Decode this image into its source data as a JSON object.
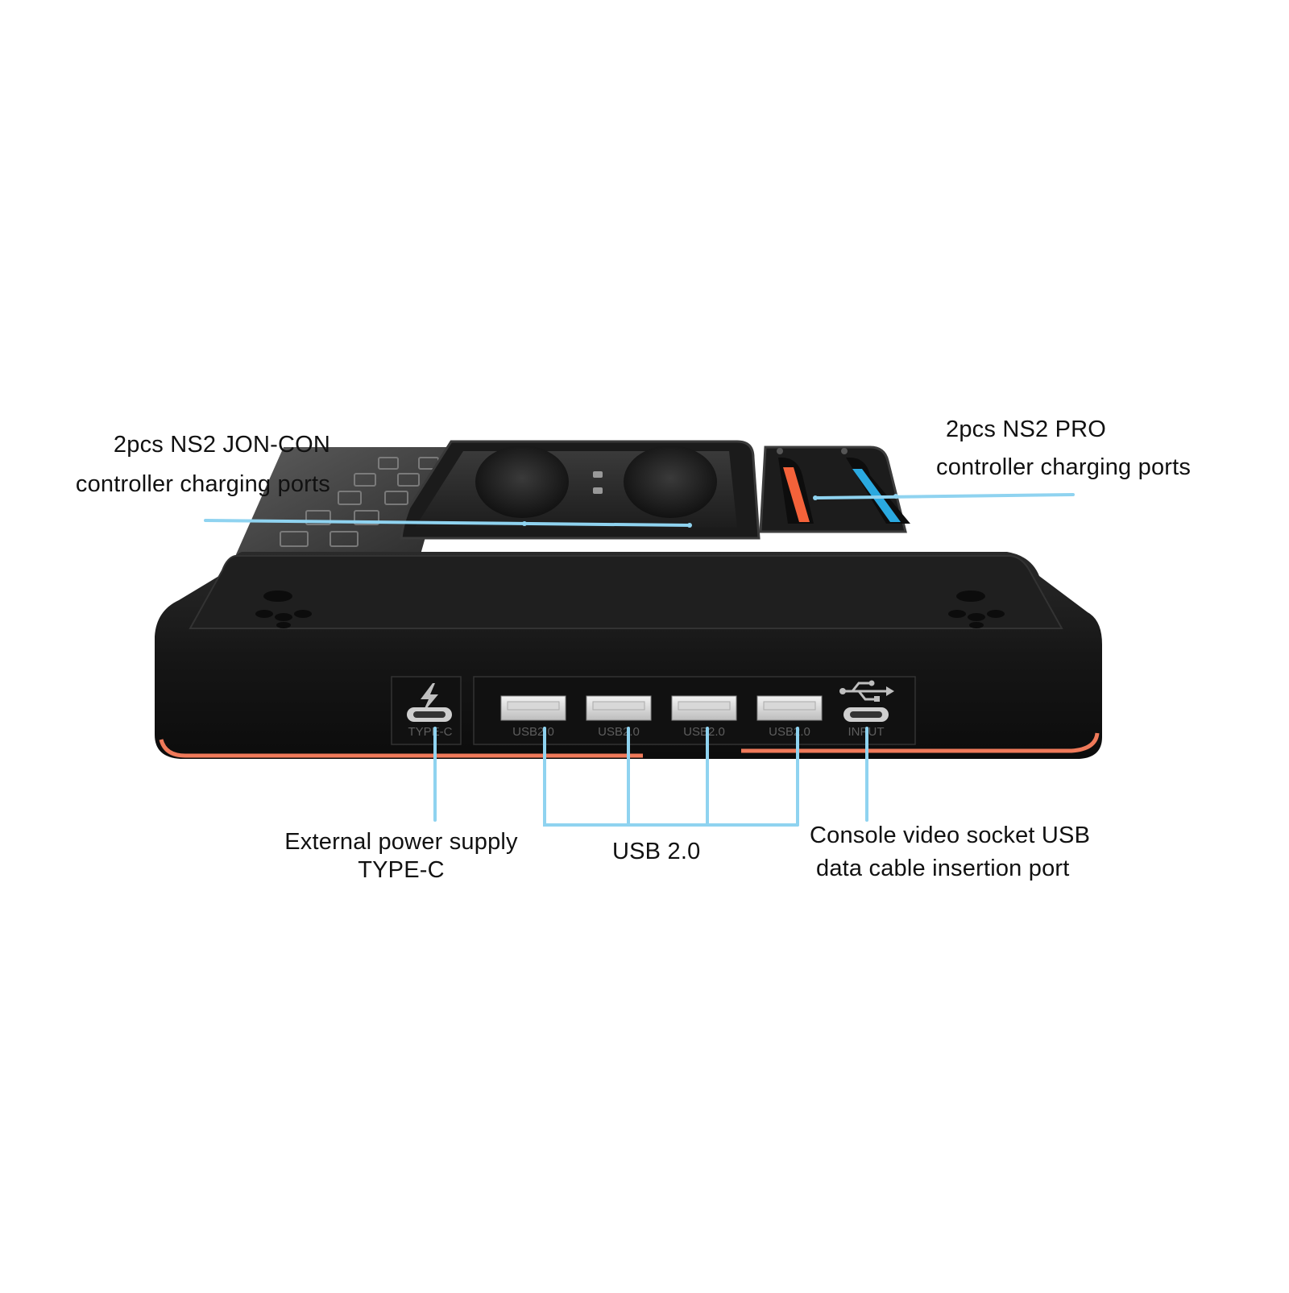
{
  "callouts": {
    "joycon": {
      "line1": "2pcs NS2 JON-CON",
      "line2": "controller charging ports"
    },
    "pro": {
      "line1": "2pcs NS2 PRO",
      "line2": "controller charging ports"
    },
    "power": {
      "line1": "External power supply",
      "line2": "TYPE-C"
    },
    "usb": {
      "line1": "USB 2.0"
    },
    "video": {
      "line1": "Console video socket USB",
      "line2": "data cable insertion port"
    }
  },
  "ports": {
    "type_c": "TYPE-C",
    "usb": [
      "USB2.0",
      "USB2.0",
      "USB2.0",
      "USB2.0"
    ],
    "input": "INPUT"
  },
  "icons": {
    "power": "lightning-bolt",
    "input": "usb-trident"
  },
  "colors": {
    "callout_line": "#8fd3f0",
    "accent_stripe": "#f07a5a",
    "body": "#151515",
    "pro_slot_left": "#f4623a",
    "pro_slot_right": "#2aa9e0"
  }
}
